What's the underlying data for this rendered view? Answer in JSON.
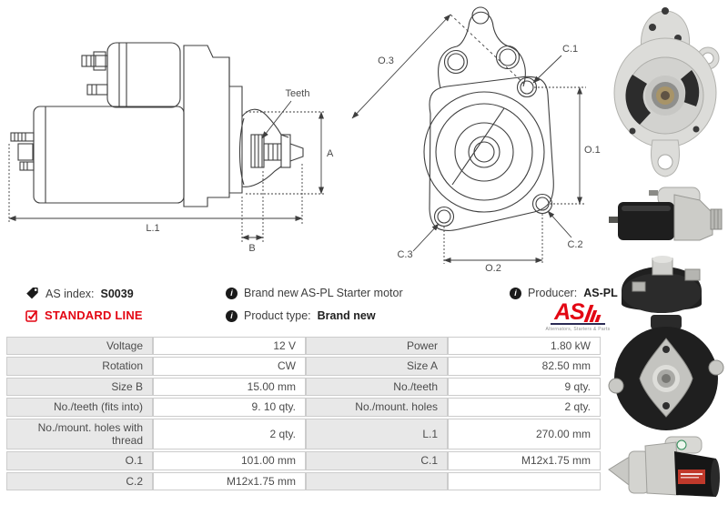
{
  "drawing_side": {
    "teeth": "Teeth",
    "a": "A",
    "l1": "L.1",
    "b": "B"
  },
  "drawing_front": {
    "o3": "O.3",
    "c1": "C.1",
    "o1": "O.1",
    "c2": "C.2",
    "c3": "C.3",
    "o2": "O.2"
  },
  "header": {
    "as_index_label": "AS index:",
    "as_index_value": "S0039",
    "standard_line": "STANDARD LINE",
    "brand_new": "Brand new AS-PL Starter motor",
    "product_type_label": "Product type:",
    "product_type_value": "Brand new",
    "producer_label": "Producer:",
    "producer_value": "AS-PL",
    "logo_text": "AS",
    "logo_tagline": "Alternators, Starters & Parts"
  },
  "icons": {
    "tag_icon": "black price-tag glyph",
    "standard-line-check-icon": "red checked box",
    "info_icon": "black circle with white i"
  },
  "colors": {
    "accent_red": "#e30613",
    "table_label_bg": "#e8e8e8",
    "table_border": "#cccccc",
    "drawing_line": "#3f3f3f",
    "text": "#4a4a4a"
  },
  "spec_table": {
    "rows": [
      {
        "label1": "Voltage",
        "value1": "12 V",
        "label2": "Power",
        "value2": "1.80 kW"
      },
      {
        "label1": "Rotation",
        "value1": "CW",
        "label2": "Size A",
        "value2": "82.50 mm"
      },
      {
        "label1": "Size B",
        "value1": "15.00 mm",
        "label2": "No./teeth",
        "value2": "9 qty."
      },
      {
        "label1": "No./teeth (fits into)",
        "value1": "9. 10 qty.",
        "label2": "No./mount. holes",
        "value2": "2 qty."
      },
      {
        "label1": "No./mount. holes with thread",
        "value1": "2 qty.",
        "label2": "L.1",
        "value2": "270.00 mm"
      },
      {
        "label1": "O.1",
        "value1": "101.00 mm",
        "label2": "C.1",
        "value2": "M12x1.75 mm"
      },
      {
        "label1": "C.2",
        "value1": "M12x1.75 mm",
        "label2": "",
        "value2": ""
      }
    ]
  }
}
